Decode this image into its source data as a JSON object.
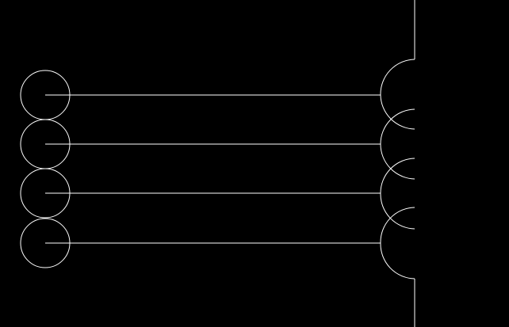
{
  "drawing": {
    "background_color": "#000000",
    "stroke_color": "#ffffff",
    "rows": [
      {
        "id": 1
      },
      {
        "id": 2
      },
      {
        "id": 3
      },
      {
        "id": 4
      }
    ]
  }
}
